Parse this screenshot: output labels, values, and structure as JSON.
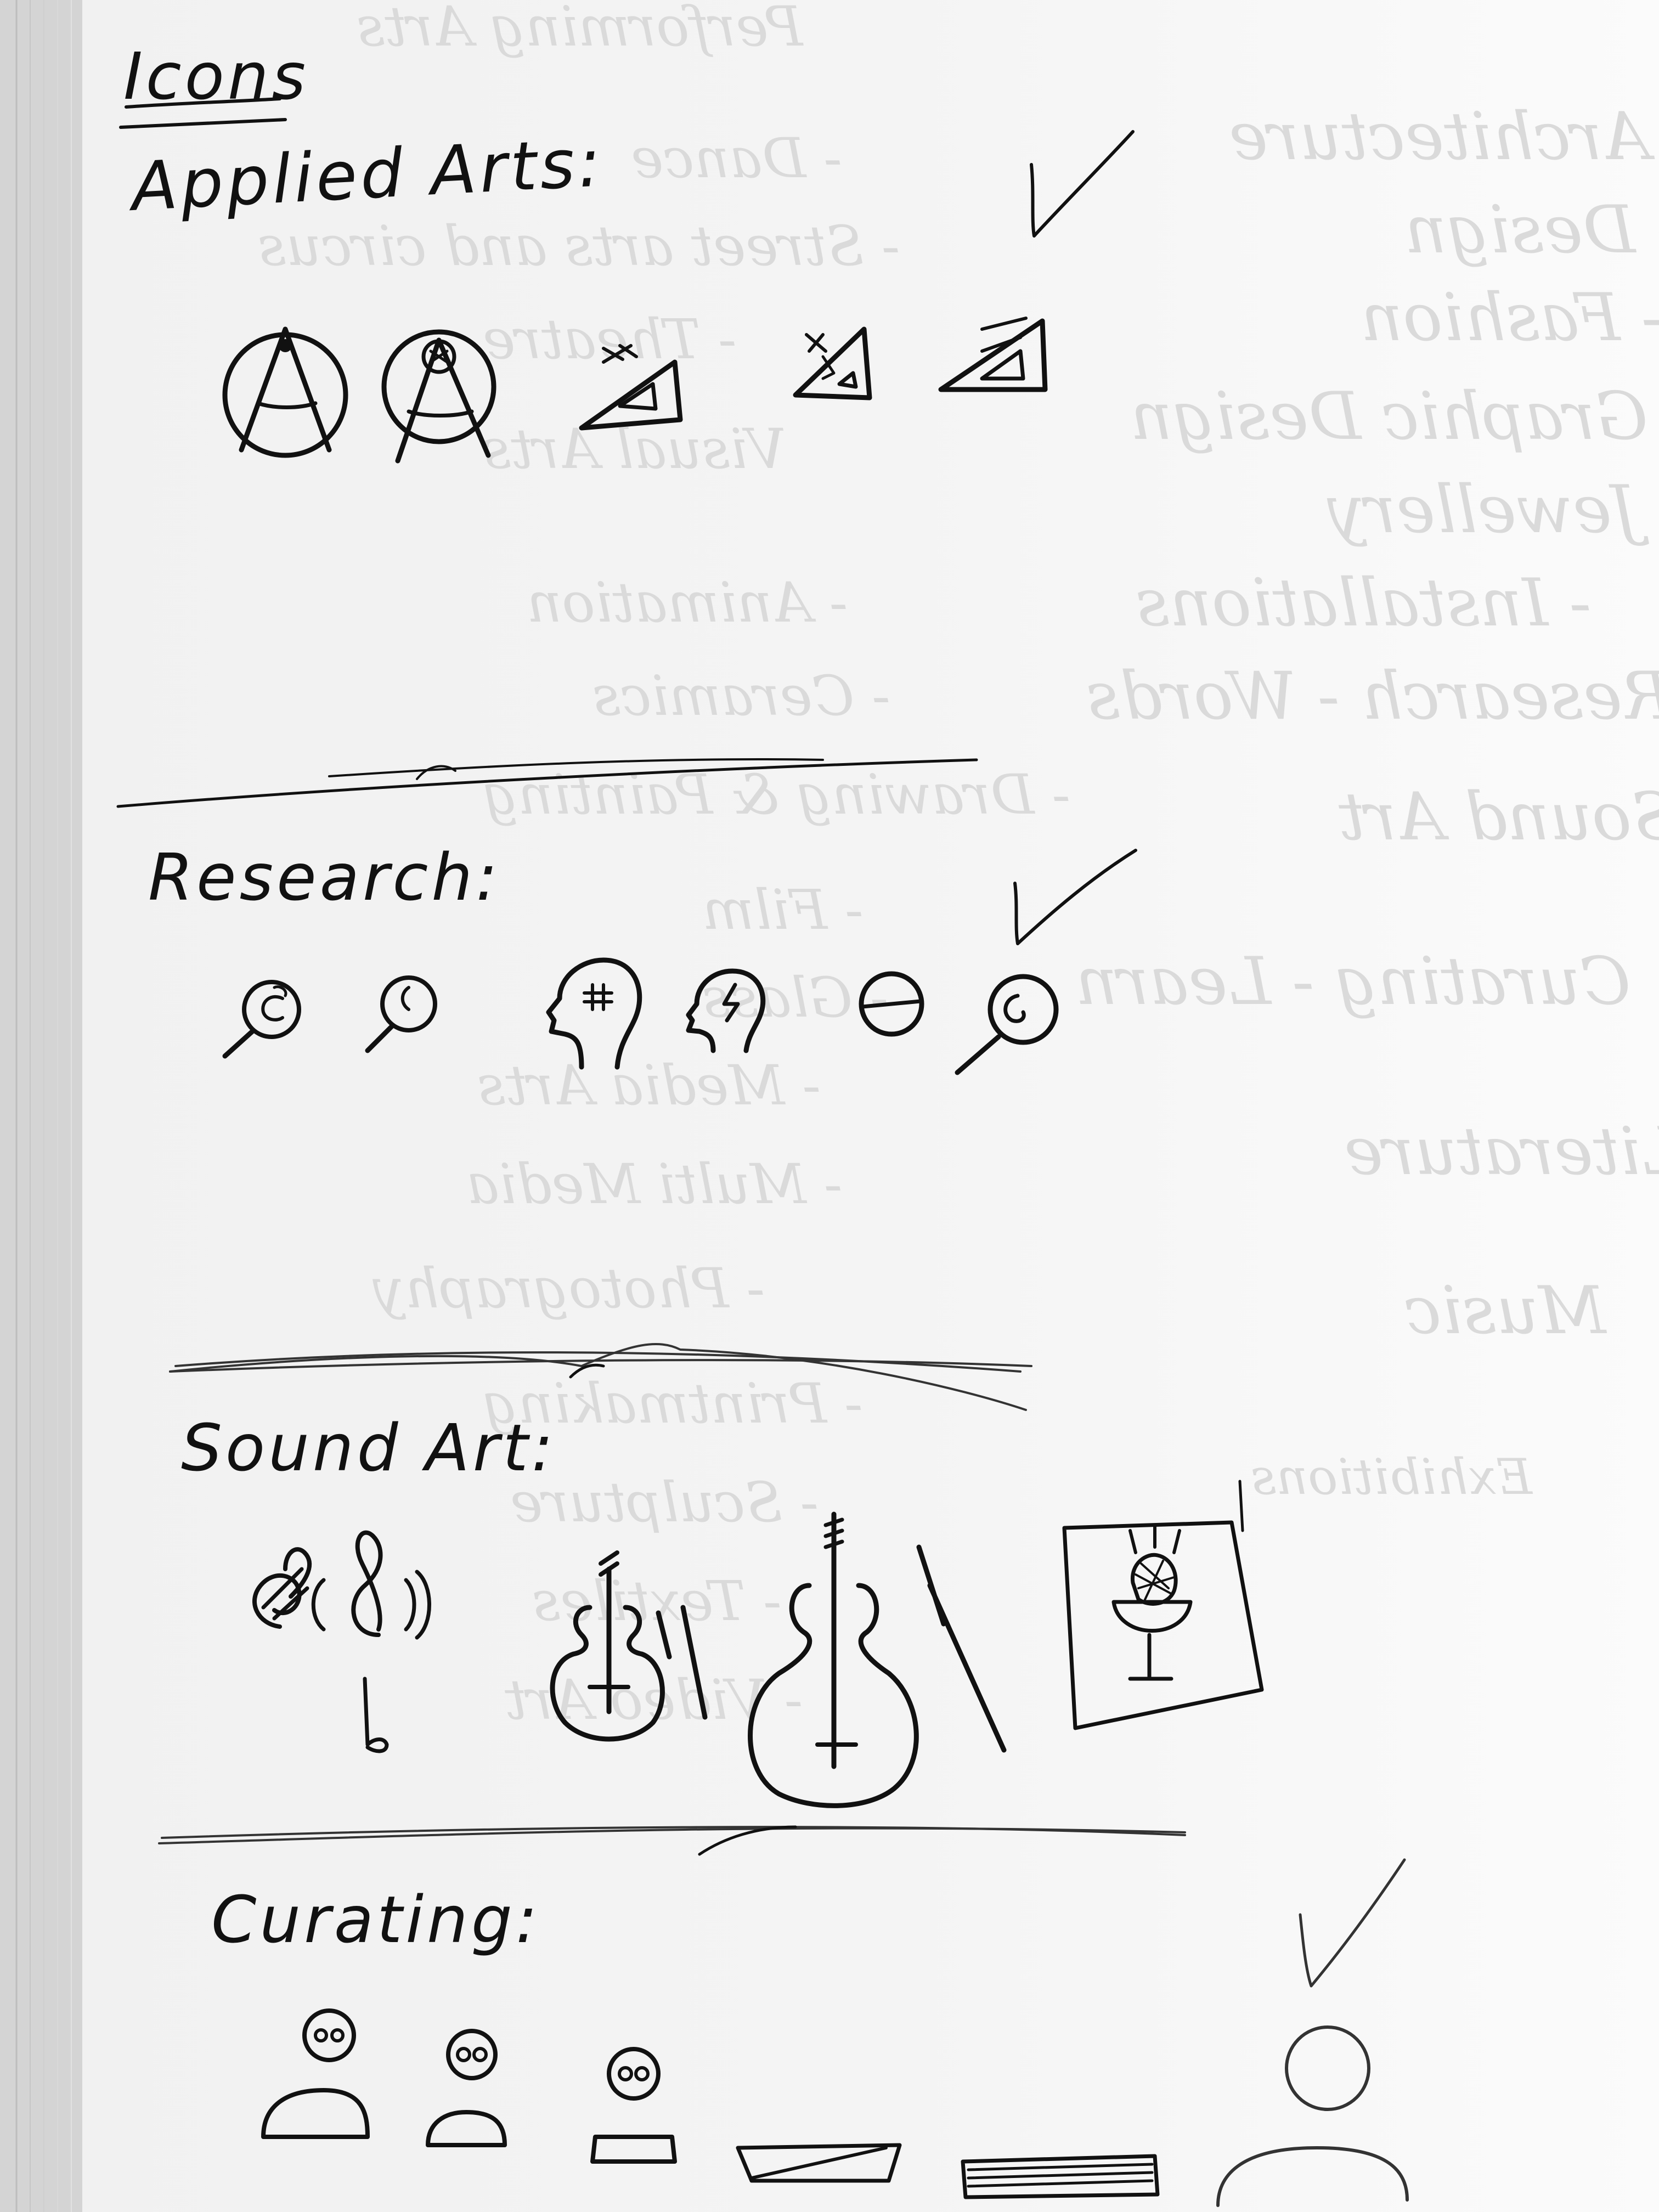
{
  "title": "Icons",
  "sections": [
    {
      "heading": "Applied Arts:"
    },
    {
      "heading": "Research:"
    },
    {
      "heading": "Sound Art:"
    },
    {
      "heading": "Curating:"
    }
  ],
  "ghost_text": [
    "Performing Arts",
    "- Dance",
    "- Street arts and circus",
    "- Theatre",
    "Visual Arts",
    "- Animation",
    "- Ceramics",
    "- Drawing & Painting",
    "- Film",
    "- Glass",
    "- Media Arts",
    "- Multi Media",
    "- Photography",
    "- Printmaking",
    "- Sculpture",
    "- Textiles",
    "- Video Art",
    "Architecture",
    "- Design",
    "- Fashion",
    "- Graphic Design",
    "- Jewellery",
    "- Installations",
    "Research - Words",
    "Sound Art",
    "Curating - Learn",
    "Literature",
    "Music",
    "Exhibitions"
  ],
  "icons": {
    "applied_arts": [
      "compass-icon",
      "compass-gear-icon",
      "set-square-icon",
      "set-square-small-icon",
      "set-square-large-icon"
    ],
    "research": [
      "magnifier-c-icon",
      "magnifier-icon",
      "head-hash-icon",
      "head-bolt-icon",
      "globe-icon",
      "magnifier-large-icon"
    ],
    "sound_art": [
      "treble-clef-icon",
      "violin-icon",
      "cello-icon",
      "microphone-frame-icon"
    ],
    "curating": [
      "curator-person-1-icon",
      "curator-person-2-icon",
      "curator-person-3-icon",
      "pedestal-1-icon",
      "pedestal-2-icon",
      "curator-person-outline-icon"
    ]
  },
  "checkmarks": 3,
  "colors": {
    "ink": "#111111",
    "paper": "#f4f4f4",
    "ghost": "#dadada"
  }
}
